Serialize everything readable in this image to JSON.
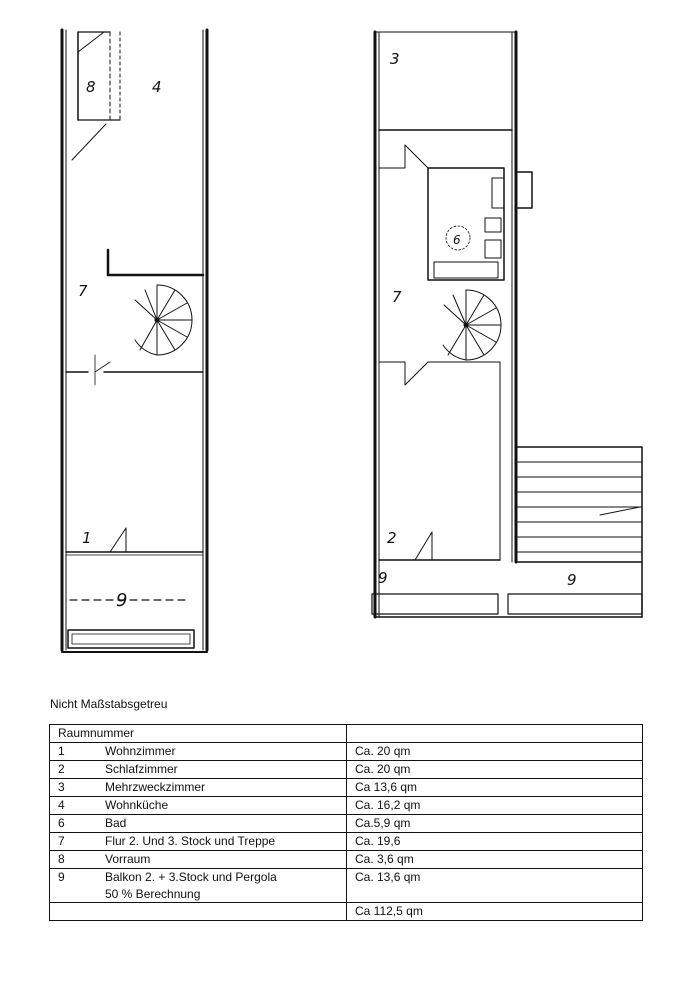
{
  "plan": {
    "left_labels": [
      "8",
      "4",
      "7",
      "1",
      "9"
    ],
    "right_labels": [
      "3",
      "6",
      "7",
      "2",
      "9",
      "9"
    ]
  },
  "caption": "Nicht Maßstabsgetreu",
  "table": {
    "header": "Raumnummer",
    "rows": [
      {
        "num": "1",
        "name": "Wohnzimmer",
        "area": "Ca. 20 qm"
      },
      {
        "num": "2",
        "name": "Schlafzimmer",
        "area": "Ca. 20 qm"
      },
      {
        "num": "3",
        "name": "Mehrzweckzimmer",
        "area": "Ca 13,6 qm"
      },
      {
        "num": "4",
        "name": "Wohnküche",
        "area": "Ca. 16,2 qm"
      },
      {
        "num": "6",
        "name": "Bad",
        "area": "Ca.5,9 qm"
      },
      {
        "num": "7",
        "name": "Flur 2. Und 3. Stock und Treppe",
        "area": "Ca. 19,6"
      },
      {
        "num": "8",
        "name": "Vorraum",
        "area": "Ca. 3,6 qm"
      },
      {
        "num": "9",
        "name": "Balkon 2. + 3.Stock und Pergola",
        "name2": "50 % Berechnung",
        "area": "Ca. 13,6 qm"
      }
    ],
    "total": "Ca 112,5 qm"
  }
}
